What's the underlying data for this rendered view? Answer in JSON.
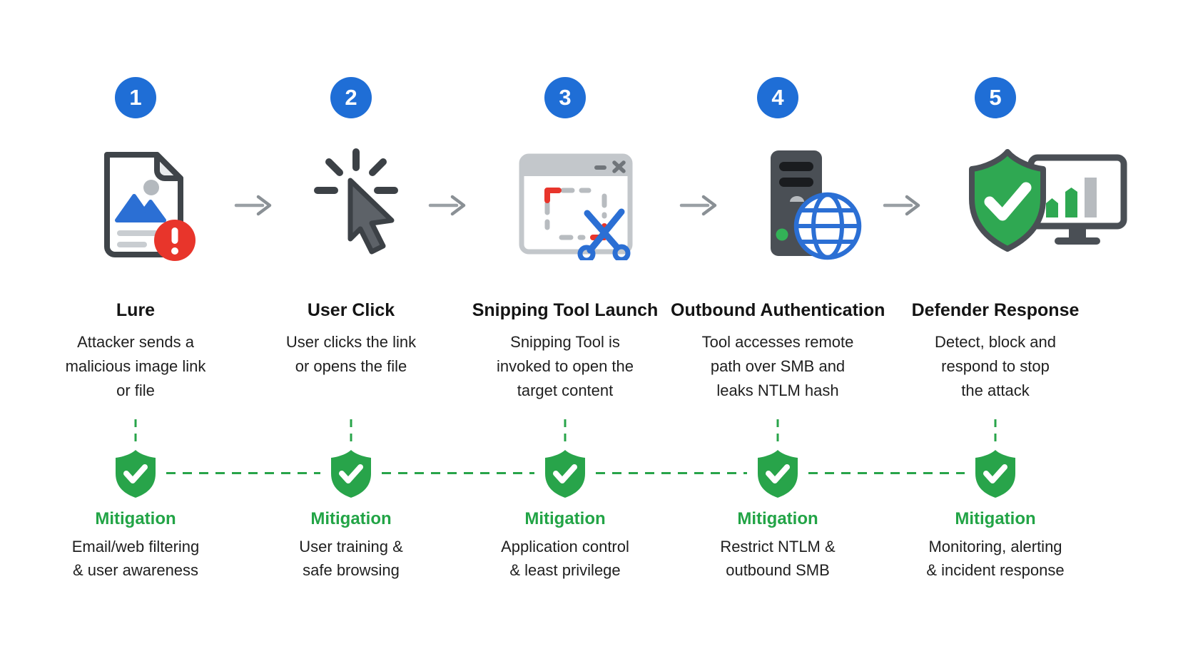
{
  "diagram_name": "snipping-tool-ntlm-attack-chain",
  "steps": [
    {
      "number": "1",
      "icon": "malicious-image-file-icon",
      "title": "Lure",
      "description_lines": [
        "Attacker sends a",
        "malicious image link",
        "or file"
      ],
      "mitigation_label": "Mitigation",
      "mitigation_lines": [
        "Email/web filtering",
        "& user awareness"
      ]
    },
    {
      "number": "2",
      "icon": "cursor-click-icon",
      "title": "User Click",
      "description_lines": [
        "User clicks the link",
        "or opens the file"
      ],
      "mitigation_label": "Mitigation",
      "mitigation_lines": [
        "User training &",
        "safe browsing"
      ]
    },
    {
      "number": "3",
      "icon": "snipping-tool-window-icon",
      "title": "Snipping Tool Launch",
      "description_lines": [
        "Snipping Tool is",
        "invoked to open the",
        "target content"
      ],
      "mitigation_label": "Mitigation",
      "mitigation_lines": [
        "Application control",
        "& least privilege"
      ]
    },
    {
      "number": "4",
      "icon": "server-globe-icon",
      "title": "Outbound Authentication",
      "description_lines": [
        "Tool accesses remote",
        "path over SMB and",
        "leaks NTLM hash"
      ],
      "mitigation_label": "Mitigation",
      "mitigation_lines": [
        "Restrict NTLM &",
        "outbound SMB"
      ]
    },
    {
      "number": "5",
      "icon": "defender-shield-monitor-icon",
      "title": "Defender Response",
      "description_lines": [
        "Detect, block and",
        "respond to stop",
        "the attack"
      ],
      "mitigation_label": "Mitigation",
      "mitigation_lines": [
        "Monitoring, alerting",
        "& incident response"
      ]
    }
  ],
  "colors": {
    "step_badge_blue": "#1f6ed6",
    "accent_blue": "#2b6fd4",
    "alert_red": "#e8352b",
    "mitigation_green": "#28a44a",
    "mitigation_text_green": "#22a446",
    "icon_dark_gray": "#43484d",
    "arrow_gray": "#8f959a",
    "title_text": "#141414",
    "body_text": "#1f1f1f"
  }
}
